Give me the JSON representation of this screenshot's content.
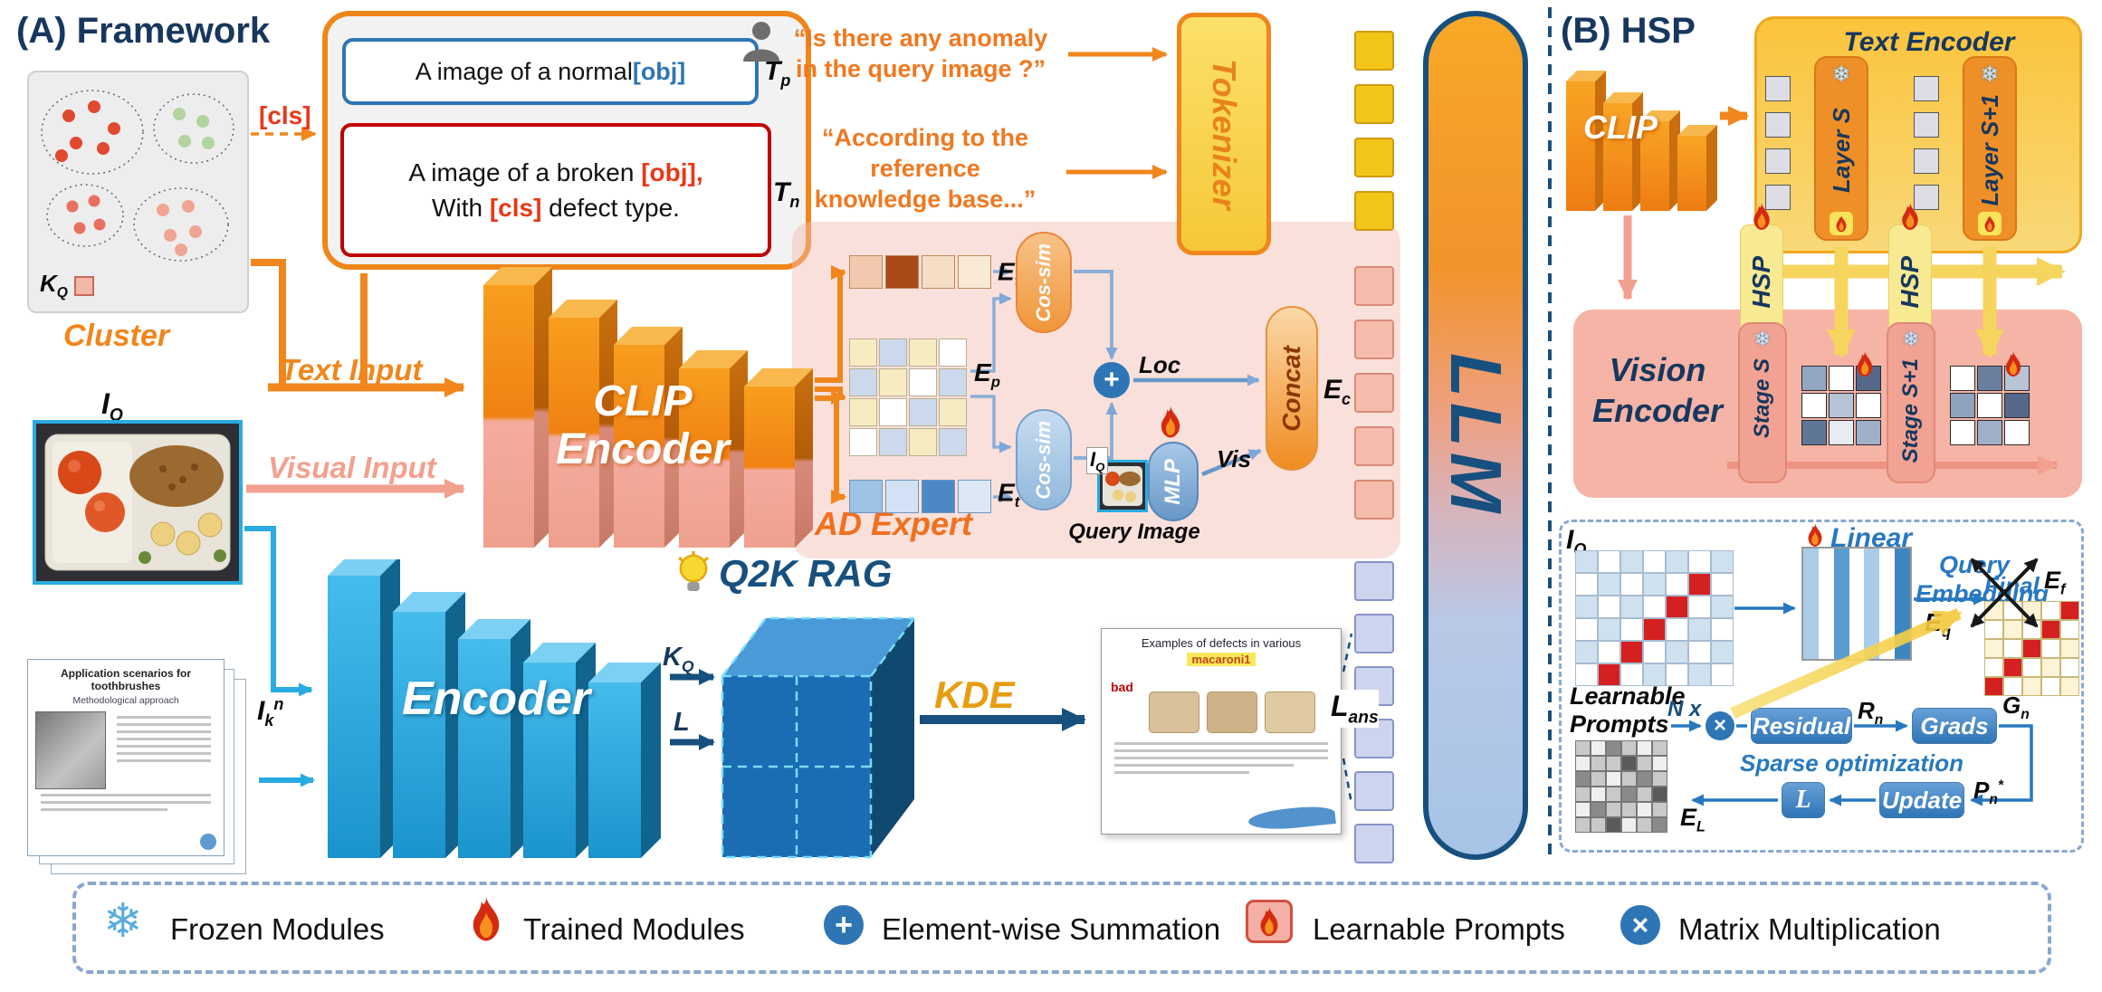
{
  "colors": {
    "accent_orange": "#f0861c",
    "accent_salmon": "#f2a090",
    "accent_navy": "#17507e",
    "accent_blue": "#2e75b6",
    "token_yellow": "#f3c518",
    "highlight_red": "#d42020"
  },
  "panel_a": {
    "title": "(A)  Framework",
    "cluster_label": "Cluster",
    "cls_tag": "[cls]",
    "prompt_normal": {
      "pre": "A image of a normal ",
      "obj": "[obj]"
    },
    "prompt_broken": {
      "pre": "A image of a broken ",
      "obj": "[obj],",
      "mid": "With ",
      "cls": "[cls]",
      "post": " defect type."
    },
    "question1_l1": "“Is there any anomaly",
    "question1_l2": "in the query image ?”",
    "question2_l1": "“According to the",
    "question2_l2": "reference",
    "question2_l3": "knowledge base...”",
    "tokenizer": "Tokenizer",
    "llm": "LLM",
    "text_input": "Text Input",
    "visual_input": "Visual Input",
    "clip_line1": "CLIP",
    "clip_line2": "Encoder",
    "ad_expert": "AD Expert",
    "cos_sim_text": "Cos-sim",
    "cos_sim_visual": "Cos-sim",
    "mlp": "MLP",
    "loc": "Loc",
    "vis": "Vis",
    "concat": "Concat",
    "query_image": "Query Image",
    "encoder": "Encoder",
    "q2k_rag": "Q2K RAG",
    "kde": "KDE"
  },
  "panel_b": {
    "title": "(B)  HSP",
    "clip": "CLIP",
    "text_encoder": "Text Encoder",
    "layer_s": "Layer S",
    "layer_s1": "Layer S+1",
    "hsp1": "HSP",
    "hsp2": "HSP",
    "vision_line1": "Vision",
    "vision_line2": "Encoder",
    "stage_s": "Stage S",
    "stage_s1": "Stage S+1",
    "linear": "Linear",
    "query_embedding_l1": "Query",
    "query_embedding_l2": "Embedding",
    "final": "Final",
    "learnable_l1": "Learnable",
    "learnable_l2": "Prompts",
    "residual": "Residual",
    "grads": "Grads",
    "sparse": "Sparse optimization",
    "update": "Update"
  },
  "legend": {
    "frozen": "Frozen Modules",
    "trained": "Trained Modules",
    "summation": "Element-wise Summation",
    "learnable": "Learnable Prompts",
    "matmul": "Matrix Multiplication"
  },
  "docs": {
    "toothbrush_title": "Application scenarios for toothbrushes",
    "toothbrush_sub": "Methodological approach"
  },
  "result_doc": {
    "title_pre": "Examples of defects in various",
    "title_hl": "macaroni1",
    "bad": "bad"
  },
  "math": {
    "kq_cluster": {
      "b": "K",
      "sub": "Q"
    },
    "iq_main": {
      "b": "I",
      "sub": "Q"
    },
    "tp": {
      "b": "T",
      "sub": "p"
    },
    "tn": {
      "b": "T",
      "sub": "n"
    },
    "etn": {
      "b": "E",
      "sub": "t",
      "sup": "n"
    },
    "ep": {
      "b": "E",
      "sub": "p"
    },
    "etp": {
      "b": "E",
      "sub": "t",
      "sup": "p"
    },
    "ec": {
      "b": "E",
      "sub": "c"
    },
    "iq_small": {
      "b": "I",
      "sub": "Q"
    },
    "ikn": {
      "b": "I",
      "sub": "k",
      "sup": "n"
    },
    "kq_arrow": {
      "b": "K",
      "sub": "Q"
    },
    "l_arrow": {
      "b": "L"
    },
    "lans": {
      "b": "L",
      "sub": "ans"
    },
    "iq_b": {
      "b": "I",
      "sub": "Q"
    },
    "eq": {
      "b": "E",
      "sub": "q"
    },
    "ef": {
      "b": "E",
      "sub": "f"
    },
    "el": {
      "b": "E",
      "sub": "L"
    },
    "rn": {
      "b": "R",
      "sub": "n"
    },
    "gn": {
      "b": "G",
      "sub": "n"
    },
    "pn": {
      "b": "P",
      "sub": "n",
      "sup": "*"
    },
    "nx": {
      "b": "N x"
    },
    "l_box": {
      "b": "L"
    }
  },
  "grids": {
    "etn_row": {
      "cols": 4,
      "stroke": "#c08858",
      "cells": [
        "#f3c8ae",
        "#a84a16",
        "#f6ddc6",
        "#f9ead6"
      ]
    },
    "ep_grid": {
      "cols": 4,
      "stroke": "#b8b090",
      "cells": [
        "#f7ebc2",
        "#ccd9ed",
        "#f7ebc2",
        "#ffffff",
        "#ccd9ed",
        "#f7ebc2",
        "#ffffff",
        "#ccd9ed",
        "#f7ebc2",
        "#ffffff",
        "#ccd9ed",
        "#f7ebc2",
        "#ffffff",
        "#ccd9ed",
        "#f7ebc2",
        "#ccd9ed"
      ]
    },
    "etp_row": {
      "cols": 4,
      "stroke": "#6f96c0",
      "cells": [
        "#9cc2e4",
        "#d2e2f4",
        "#4c88c4",
        "#dce9f5"
      ]
    },
    "tokens_yellow": {
      "cols": 1,
      "stroke": "#cf9a10",
      "bw": 2,
      "radius": 4,
      "cells": [
        "#f3c518",
        "#f3c518",
        "#f3c518",
        "#f3c518"
      ]
    },
    "tokens_pink": {
      "cols": 1,
      "stroke": "#d98a78",
      "bw": 2,
      "radius": 4,
      "cells": [
        "#f5bcac",
        "#f5bcac",
        "#f5bcac",
        "#f5bcac",
        "#f5bcac"
      ]
    },
    "tokens_blue": {
      "cols": 1,
      "stroke": "#8894c8",
      "bw": 2,
      "radius": 4,
      "cells": [
        "#cdd5ee",
        "#cdd5ee",
        "#cdd5ee",
        "#cdd5ee",
        "#cdd5ee",
        "#cdd5ee"
      ]
    },
    "te_sq1": {
      "cols": 1,
      "stroke": "#555555",
      "cells": [
        "#dddde6",
        "#dddde6",
        "#dddde6",
        "#dddde6"
      ]
    },
    "te_sq2": {
      "cols": 1,
      "stroke": "#555555",
      "cells": [
        "#dddde6",
        "#dddde6",
        "#dddde6",
        "#dddde6"
      ]
    },
    "hsp_grid1": {
      "cols": 3,
      "stroke": "#2a2a2a",
      "cells": [
        "#93a7c3",
        "#ffffff",
        "#56688a",
        "#ffffff",
        "#b9c3d6",
        "#ffffff",
        "#5f7697",
        "#e8ecf2",
        "#9fb0c8"
      ]
    },
    "hsp_grid2": {
      "cols": 3,
      "stroke": "#2a2a2a",
      "cells": [
        "#ffffff",
        "#6a7e9e",
        "#b9c3d6",
        "#8fa3bf",
        "#ffffff",
        "#56688a",
        "#ffffff",
        "#9fb0c8",
        "#ffffff"
      ]
    },
    "iq_grid": {
      "cols": 7,
      "stroke": "#a8bcd0",
      "cells": [
        "#cfe0ef",
        "#ffffff",
        "#cfe0ef",
        "#ffffff",
        "#cfe0ef",
        "#ffffff",
        "#cfe0ef",
        "#ffffff",
        "#cfe0ef",
        "#ffffff",
        "#cfe0ef",
        "#ffffff",
        "#d42020",
        "#ffffff",
        "#cfe0ef",
        "#ffffff",
        "#cfe0ef",
        "#ffffff",
        "#d42020",
        "#ffffff",
        "#cfe0ef",
        "#ffffff",
        "#cfe0ef",
        "#ffffff",
        "#d42020",
        "#ffffff",
        "#cfe0ef",
        "#ffffff",
        "#cfe0ef",
        "#ffffff",
        "#d42020",
        "#ffffff",
        "#cfe0ef",
        "#ffffff",
        "#cfe0ef",
        "#ffffff",
        "#d42020",
        "#ffffff",
        "#cfe0ef",
        "#ffffff",
        "#cfe0ef",
        "#ffffff"
      ]
    },
    "final_grid": {
      "cols": 5,
      "stroke": "#c8b878",
      "cells": [
        "#fdf3d6",
        "#ffffff",
        "#fdf3d6",
        "#ffffff",
        "#d42020",
        "#ffffff",
        "#fdf3d6",
        "#ffffff",
        "#d42020",
        "#ffffff",
        "#fdf3d6",
        "#ffffff",
        "#d42020",
        "#ffffff",
        "#fdf3d6",
        "#ffffff",
        "#d42020",
        "#ffffff",
        "#fdf3d6",
        "#ffffff",
        "#d42020",
        "#ffffff",
        "#fdf3d6",
        "#ffffff",
        "#fdf3d6"
      ]
    },
    "el_grid": {
      "cols": 6,
      "stroke": "#777777",
      "cells": [
        "#c9c9c9",
        "#efefef",
        "#8a8a8a",
        "#c9c9c9",
        "#efefef",
        "#c9c9c9",
        "#efefef",
        "#c9c9c9",
        "#c9c9c9",
        "#5a5a5a",
        "#c9c9c9",
        "#efefef",
        "#8a8a8a",
        "#c9c9c9",
        "#efefef",
        "#c9c9c9",
        "#8a8a8a",
        "#c9c9c9",
        "#c9c9c9",
        "#efefef",
        "#c9c9c9",
        "#8a8a8a",
        "#c9c9c9",
        "#5a5a5a",
        "#efefef",
        "#8a8a8a",
        "#c9c9c9",
        "#c9c9c9",
        "#efefef",
        "#c9c9c9",
        "#c9c9c9",
        "#c9c9c9",
        "#5a5a5a",
        "#efefef",
        "#c9c9c9",
        "#8a8a8a"
      ]
    }
  }
}
